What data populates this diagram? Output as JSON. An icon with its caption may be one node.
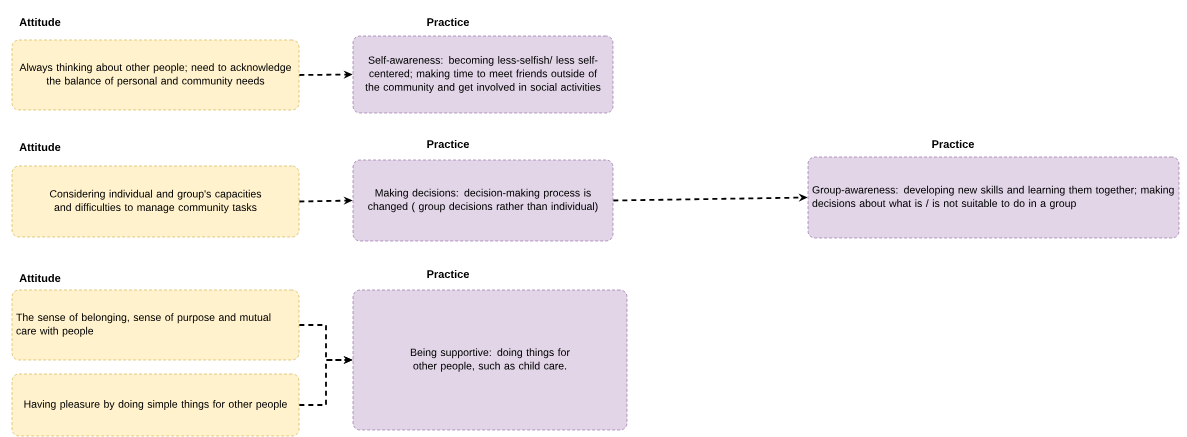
{
  "diagram": {
    "nodes": [
      {
        "text": [
          "Attitude",
          "Always thinking about other people; need to acknowledge the balance of personal and community needs"
        ]
      },
      {
        "text": [
          "Practice",
          "Self-awareness: becoming less-selfish/ less self-centered; making time to meet friends outside of the community and get involved in social activities"
        ]
      },
      {
        "text": [
          "Attitude",
          "Considering individual and group's capacities and difficulties to manage community tasks"
        ]
      },
      {
        "text": [
          "Practice",
          "Making decisions: decision-making process is changed ( group decisions rather than individual)"
        ]
      },
      {
        "text": [
          "Practice",
          "Group-awareness: developing new skills and learning them together; making decisions about what is / is not suitable to do in a group"
        ]
      },
      {
        "text": [
          "Attitude",
          "The sense of belonging, sense of purpose and mutual care with people"
        ]
      },
      {
        "text": [
          "Having pleasure by doing simple things for other people"
        ]
      },
      {
        "text": [
          "Practice",
          "Being supportive: doing things for other people, such as child care."
        ]
      }
    ],
    "edges": [
      {
        "from": 0,
        "to": 1,
        "arrow": "to",
        "style": "dashed"
      },
      {
        "from": 2,
        "to": 3,
        "arrow": "to",
        "style": "dashed"
      },
      {
        "from": 3,
        "to": 4,
        "arrow": "to",
        "style": "dashed"
      },
      {
        "from": 5,
        "to": 7,
        "arrow": "to",
        "style": "dashed"
      },
      {
        "from": 6,
        "to": 7,
        "arrow": "to",
        "style": "dashed"
      }
    ]
  }
}
